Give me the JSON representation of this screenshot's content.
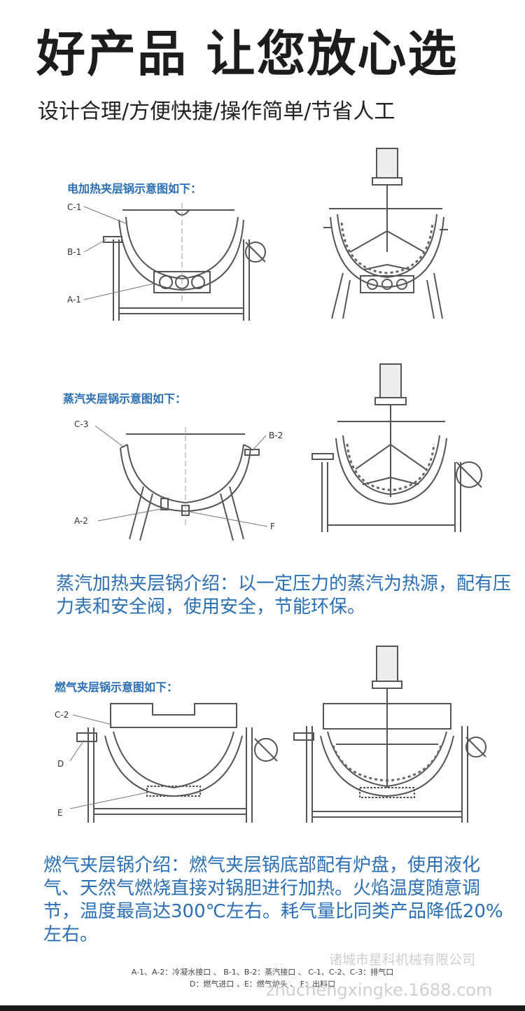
{
  "header": {
    "headline": "好产品 让您放心选",
    "subtitle": "设计合理/方便快捷/操作简单/节省人工"
  },
  "sections": {
    "electric": {
      "label": "电加热夹层锅示意图如下：",
      "callouts": [
        "C-1",
        "B-1",
        "A-1"
      ]
    },
    "steam": {
      "label": "蒸汽夹层锅示意图如下：",
      "callouts": [
        "C-3",
        "B-2",
        "A-2",
        "F"
      ],
      "intro": "蒸汽加热夹层锅介绍：以一定压力的蒸汽为热源，配有压力表和安全阀，使用安全，节能环保。"
    },
    "gas": {
      "label": "燃气夹层锅示意图如下：",
      "callouts": [
        "C-2",
        "D",
        "E"
      ],
      "intro": "燃气夹层锅介绍：燃气夹层锅底部配有炉盘，使用液化气、天然气燃烧直接对锅胆进行加热。火焰温度随意调节，温度最高达300℃左右。耗气量比同类产品降低20%左右。"
    }
  },
  "legend": {
    "line1": "A-1、A-2：冷凝水接口 、 B-1、B-2：蒸汽接口 、 C-1、C-2、C-3：排气口",
    "line2": "D：燃气进口 、E：燃气炉头 、 F：出料口"
  },
  "watermark": {
    "company": "诸城市星科机械有限公司",
    "site": "zhuchengxingke.1688.com"
  },
  "colors": {
    "accent": "#2a6fb6",
    "headline": "#1c1c1c",
    "line_art": "#555555"
  }
}
